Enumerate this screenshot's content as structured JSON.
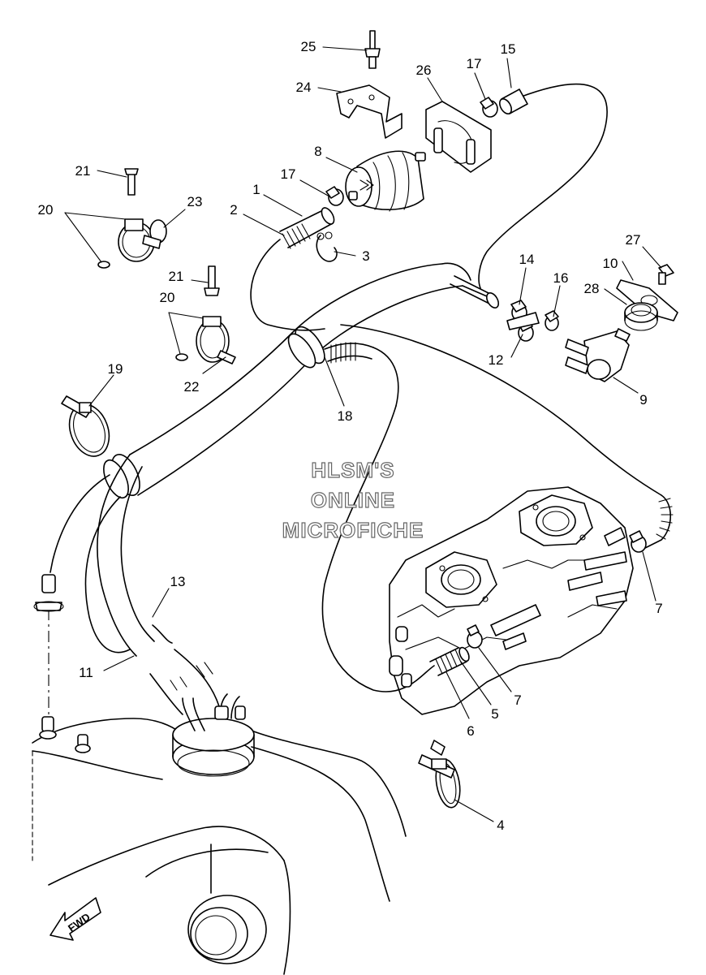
{
  "watermark": {
    "line1": "HLSM'S",
    "line2": "ONLINE",
    "line3": "MICROFICHE"
  },
  "direction_marker": {
    "text": "FWD"
  },
  "callouts": {
    "c1": "1",
    "c2": "2",
    "c3": "3",
    "c4": "4",
    "c5": "5",
    "c6": "6",
    "c7a": "7",
    "c7b": "7",
    "c8": "8",
    "c9": "9",
    "c10": "10",
    "c11": "11",
    "c12": "12",
    "c13": "13",
    "c14": "14",
    "c15": "15",
    "c16": "16",
    "c17a": "17",
    "c17b": "17",
    "c18": "18",
    "c19": "19",
    "c20a": "20",
    "c20b": "20",
    "c21a": "21",
    "c21b": "21",
    "c22": "22",
    "c23": "23",
    "c24": "24",
    "c25": "25",
    "c26": "26",
    "c27": "27",
    "c28": "28"
  }
}
